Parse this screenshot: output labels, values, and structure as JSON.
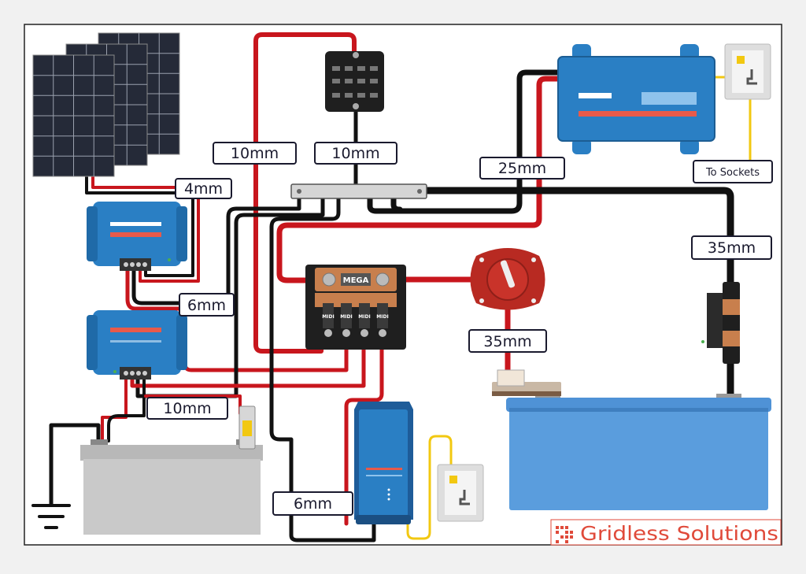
{
  "labels": {
    "wire_4mm": "4mm",
    "wire_6mm_controllers": "6mm",
    "wire_10mm_controller": "10mm",
    "wire_10mm_positive": "10mm",
    "wire_10mm_fusebox": "10mm",
    "wire_25mm_inverter": "25mm",
    "wire_35mm_isolator": "35mm",
    "wire_35mm_battery": "35mm",
    "wire_6mm_charger": "6mm",
    "to_sockets": "To Sockets"
  },
  "components": {
    "mega_fuse": "MEGA",
    "midi_fuse": "MIDI"
  },
  "brand": {
    "name": "Gridless Solutions"
  },
  "colors": {
    "positive_wire": "#c8161d",
    "negative_wire": "#111111",
    "victron_blue": "#2a7fc4",
    "brand_red": "#e04a3a",
    "ac_wire": "#f2c811"
  }
}
